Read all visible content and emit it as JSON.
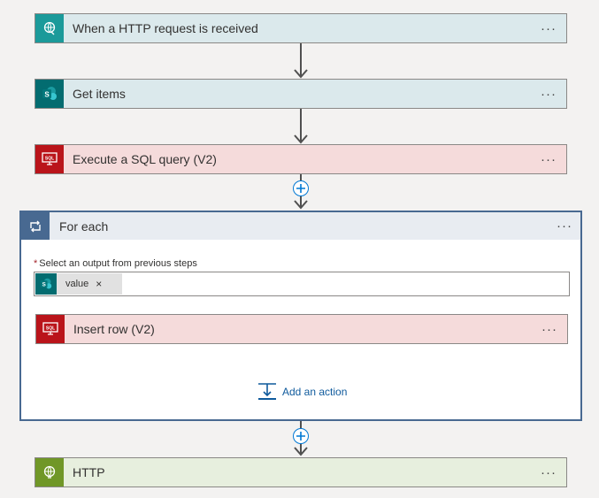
{
  "steps": [
    {
      "title": "When a HTTP request is received",
      "more": "···",
      "icon": "http-request-icon",
      "color": "#1b9a9a"
    },
    {
      "title": "Get items",
      "more": "···",
      "icon": "sharepoint-icon",
      "color": "#036c70"
    },
    {
      "title": "Execute a SQL query (V2)",
      "more": "···",
      "icon": "sql-icon",
      "color": "#ba141a"
    }
  ],
  "foreach": {
    "title": "For each",
    "more": "···",
    "icon": "loop-icon",
    "field_label": "Select an output from previous steps",
    "required_mark": "*",
    "token": {
      "label": "value",
      "remove": "×",
      "icon": "sharepoint-icon"
    },
    "inner_step": {
      "title": "Insert row (V2)",
      "more": "···",
      "icon": "sql-icon"
    },
    "add_action": "Add an action"
  },
  "final_step": {
    "title": "HTTP",
    "more": "···",
    "icon": "http-icon",
    "color": "#709727"
  },
  "colors": {
    "accent": "#0078d4",
    "loop": "#486991",
    "sql": "#ba141a"
  }
}
